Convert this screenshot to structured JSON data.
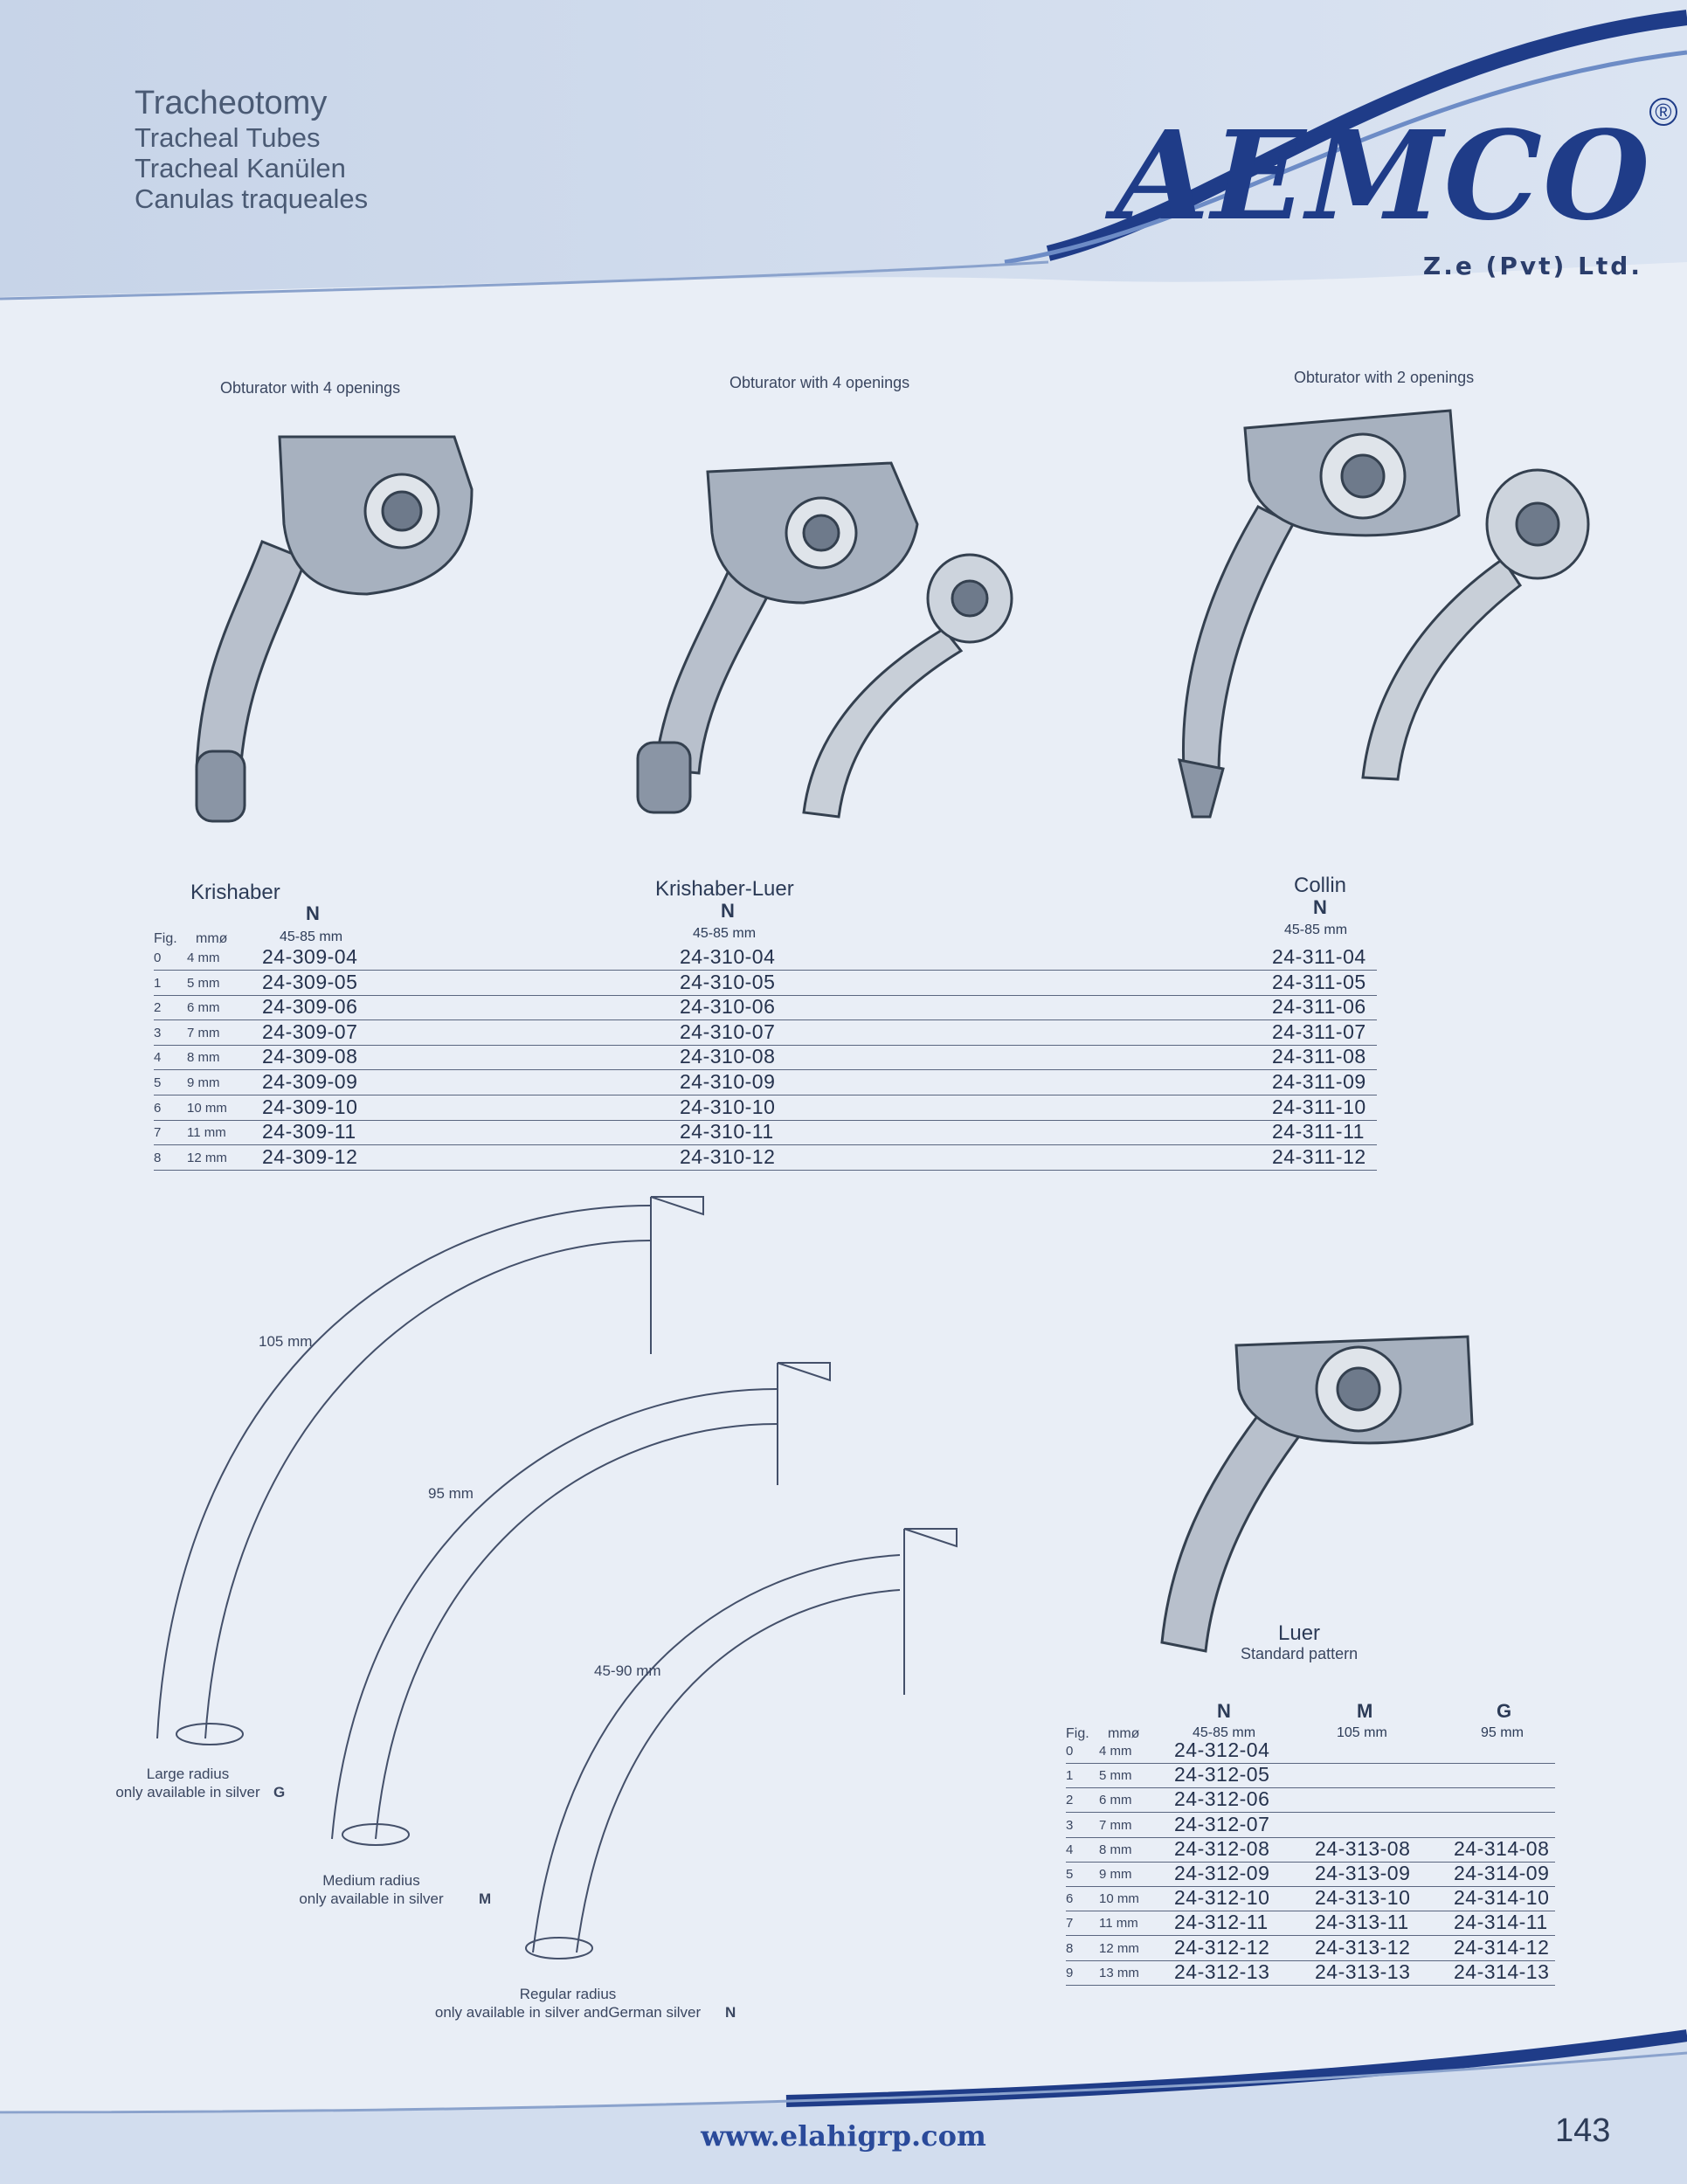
{
  "header": {
    "title": "Tracheotomy",
    "subtitles": [
      "Tracheal Tubes",
      "Tracheal Kanülen",
      "Canulas traqueales"
    ]
  },
  "brand": {
    "name": "AEMCO",
    "registered": "®",
    "company": "Z.e (Pvt) Ltd.",
    "color": "#1f3c88"
  },
  "top_products": {
    "captions": [
      "Obturator with 4 openings",
      "Obturator with 4 openings",
      "Obturator with 2 openings"
    ],
    "products": [
      {
        "name": "Krishaber",
        "col": "N",
        "range": "45-85 mm"
      },
      {
        "name": "Krishaber-Luer",
        "col": "N",
        "range": "45-85 mm"
      },
      {
        "name": "Collin",
        "col": "N",
        "range": "45-85 mm"
      }
    ],
    "table_header": {
      "fig": "Fig.",
      "mm": "mmø"
    },
    "rows": [
      {
        "fig": "0",
        "mm": "4 mm",
        "codes": [
          "24-309-04",
          "24-310-04",
          "24-311-04"
        ]
      },
      {
        "fig": "1",
        "mm": "5 mm",
        "codes": [
          "24-309-05",
          "24-310-05",
          "24-311-05"
        ]
      },
      {
        "fig": "2",
        "mm": "6 mm",
        "codes": [
          "24-309-06",
          "24-310-06",
          "24-311-06"
        ]
      },
      {
        "fig": "3",
        "mm": "7 mm",
        "codes": [
          "24-309-07",
          "24-310-07",
          "24-311-07"
        ]
      },
      {
        "fig": "4",
        "mm": "8 mm",
        "codes": [
          "24-309-08",
          "24-310-08",
          "24-311-08"
        ]
      },
      {
        "fig": "5",
        "mm": "9 mm",
        "codes": [
          "24-309-09",
          "24-310-09",
          "24-311-09"
        ]
      },
      {
        "fig": "6",
        "mm": "10 mm",
        "codes": [
          "24-309-10",
          "24-310-10",
          "24-311-10"
        ]
      },
      {
        "fig": "7",
        "mm": "11 mm",
        "codes": [
          "24-309-11",
          "24-310-11",
          "24-311-11"
        ]
      },
      {
        "fig": "8",
        "mm": "12 mm",
        "codes": [
          "24-309-12",
          "24-310-12",
          "24-311-12"
        ]
      }
    ]
  },
  "radius_diagram": {
    "dims": [
      "105 mm",
      "95 mm",
      "45-90 mm"
    ],
    "labels": [
      {
        "line1": "Large radius",
        "line2": "only available in silver",
        "code": "G"
      },
      {
        "line1": "Medium radius",
        "line2": "only available in silver",
        "code": "M"
      },
      {
        "line1": "Regular radius",
        "line2": "only available in silver andGerman silver",
        "code": "N"
      }
    ]
  },
  "luer": {
    "name": "Luer",
    "subtitle": "Standard pattern",
    "columns": [
      {
        "col": "N",
        "range": "45-85 mm"
      },
      {
        "col": "M",
        "range": "105 mm"
      },
      {
        "col": "G",
        "range": "95 mm"
      }
    ],
    "table_header": {
      "fig": "Fig.",
      "mm": "mmø"
    },
    "rows": [
      {
        "fig": "0",
        "mm": "4 mm",
        "codes": [
          "24-312-04",
          "",
          ""
        ]
      },
      {
        "fig": "1",
        "mm": "5 mm",
        "codes": [
          "24-312-05",
          "",
          ""
        ]
      },
      {
        "fig": "2",
        "mm": "6 mm",
        "codes": [
          "24-312-06",
          "",
          ""
        ]
      },
      {
        "fig": "3",
        "mm": "7 mm",
        "codes": [
          "24-312-07",
          "",
          ""
        ]
      },
      {
        "fig": "4",
        "mm": "8 mm",
        "codes": [
          "24-312-08",
          "24-313-08",
          "24-314-08"
        ]
      },
      {
        "fig": "5",
        "mm": "9 mm",
        "codes": [
          "24-312-09",
          "24-313-09",
          "24-314-09"
        ]
      },
      {
        "fig": "6",
        "mm": "10 mm",
        "codes": [
          "24-312-10",
          "24-313-10",
          "24-314-10"
        ]
      },
      {
        "fig": "7",
        "mm": "11 mm",
        "codes": [
          "24-312-11",
          "24-313-11",
          "24-314-11"
        ]
      },
      {
        "fig": "8",
        "mm": "12 mm",
        "codes": [
          "24-312-12",
          "24-313-12",
          "24-314-12"
        ]
      },
      {
        "fig": "9",
        "mm": "13 mm",
        "codes": [
          "24-312-13",
          "24-313-13",
          "24-314-13"
        ]
      }
    ]
  },
  "footer": {
    "url": "www.elahigrp.com",
    "page": "143"
  }
}
